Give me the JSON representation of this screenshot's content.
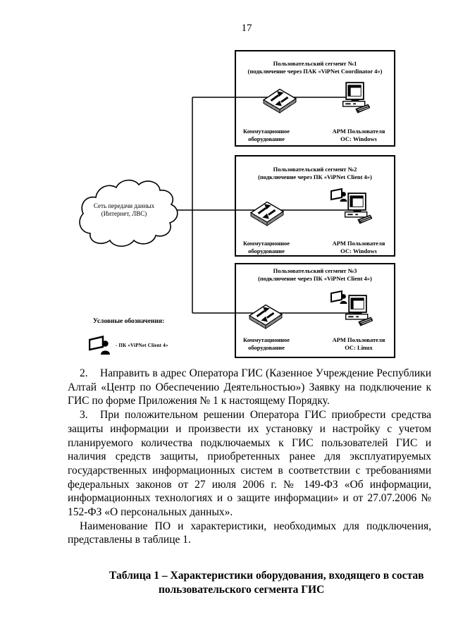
{
  "page_number": "17",
  "diagram": {
    "cloud": {
      "line1": "Сеть передачи данных",
      "line2": "(Интернет, ЛВС)"
    },
    "segments": [
      {
        "title": "Пользовательский сегмент №1",
        "subtitle": "(подключение через ПАК «ViPNet Coordinator 4»)",
        "switch_label_1": "Коммутационное",
        "switch_label_2": "оборудование",
        "arm_label_1": "АРМ Пользователя",
        "arm_label_2": "ОС: Windows"
      },
      {
        "title": "Пользовательский сегмент №2",
        "subtitle": "(подключение через ПК «ViPNet Client 4»)",
        "switch_label_1": "Коммутационное",
        "switch_label_2": "оборудование",
        "arm_label_1": "АРМ Пользователя",
        "arm_label_2": "ОС: Windows"
      },
      {
        "title": "Пользовательский сегмент №3",
        "subtitle": "(подключение через ПК «ViPNet Client 4»)",
        "switch_label_1": "Коммутационное",
        "switch_label_2": "оборудование",
        "arm_label_1": "АРМ Пользователя",
        "arm_label_2": "ОС: Linux"
      }
    ],
    "legend": {
      "title": "Условные обозначения:",
      "item": "- ПК «ViPNet Client 4»"
    }
  },
  "body": {
    "paragraphs": [
      {
        "num": "2.",
        "text": "Направить в адрес Оператора ГИС (Казенное Учреждение Республики Алтай «Центр по Обеспечению Деятельностью») Заявку на подключение к ГИС по форме Приложения № 1 к настоящему Порядку."
      },
      {
        "num": "3.",
        "text": "При положительном решении Оператора ГИС приобрести средства защиты информации и произвести их установку и настройку с учетом планируемого количества подключаемых к ГИС пользователей ГИС и наличия средств защиты, приобретенных ранее для эксплуатируемых государственных информационных систем в соответствии с требованиями федеральных законов от 27 июля 2006 г. № 149-ФЗ «Об информации, информационных технологиях и о защите информации» и от 27.07.2006 № 152-ФЗ «О персональных данных»."
      },
      {
        "num": "",
        "text": "Наименование ПО и характеристики, необходимых для подключения, представлены в таблице 1."
      }
    ],
    "caption_line1": "Таблица 1 – Характеристики оборудования, входящего в состав",
    "caption_line2": "пользовательского сегмента ГИС"
  }
}
